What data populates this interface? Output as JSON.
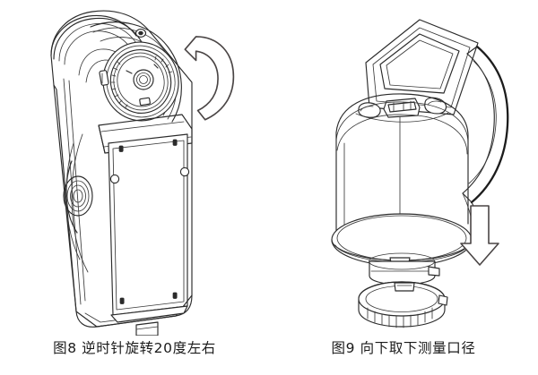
{
  "document": {
    "type": "instruction-manual-figure-sheet",
    "background_color": "#ffffff",
    "line_color": "#2b2b2b",
    "figure_count": 2
  },
  "figures": [
    {
      "id": "fig8",
      "caption": "图8 逆时针旋转20度左右",
      "label": "图8",
      "instruction": "逆时针旋转20度左右",
      "subject": "手持式分光测色仪（倾斜视角）",
      "annotation_icon": "curved-counterclockwise-rotation-arrow",
      "parts": [
        "圆形测量口径旋钮",
        "刻度环",
        "中心镜头",
        "固定螺丝",
        "背部面板",
        "侧面握柄纹饰",
        "底部支脚"
      ]
    },
    {
      "id": "fig9",
      "caption": "图9 向下取下测量口径",
      "label": "图9",
      "instruction": "向下取下测量口径",
      "subject": "台式分光测色仪（倾斜视角）",
      "annotation_icon": "straight-down-arrow",
      "parts": [
        "液晶显示屏",
        "按键组",
        "机身主体",
        "侧面握柄",
        "椭圆底座",
        "可拆卸滚花测量口径环"
      ]
    }
  ],
  "captions": {
    "left": "图8 逆时针旋转20度左右",
    "right": "图9 向下取下测量口径"
  }
}
